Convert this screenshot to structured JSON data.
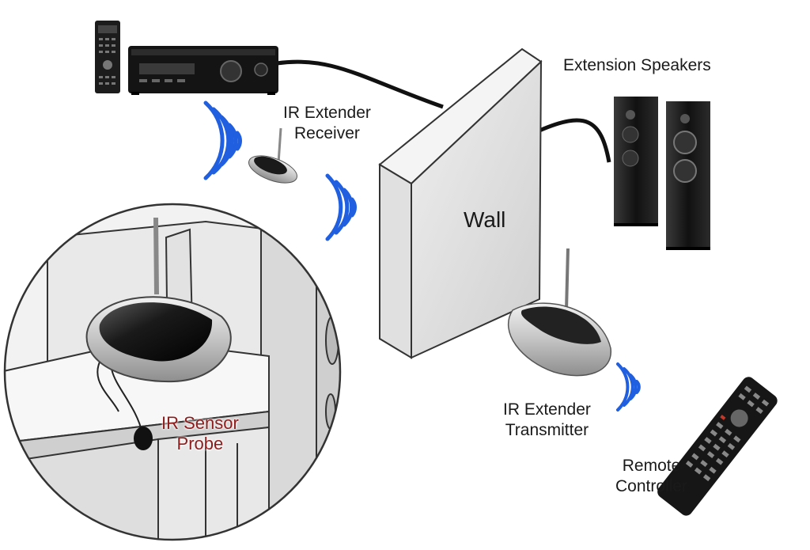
{
  "labels": {
    "extension_speakers": "Extension Speakers",
    "ir_extender_receiver": [
      "IR Extender",
      "Receiver"
    ],
    "wall": "Wall",
    "ir_sensor_probe": [
      "IR Sensor",
      "Probe"
    ],
    "ir_extender_transmitter": [
      "IR Extender",
      "Transmitter"
    ],
    "remote_controller": [
      "Remote",
      "Controller"
    ]
  },
  "colors": {
    "signal_blue": "#1f5fe0",
    "probe_label_red": "#8e1c1c",
    "device_black": "#1b1b1b",
    "device_silver": "#c8c8c8",
    "wall_face": "#e4e4e4"
  },
  "icons": [
    "remote-control-icon",
    "av-receiver-icon",
    "speaker-icon",
    "ir-extender-icon",
    "ir-signal-icon",
    "wall-icon"
  ]
}
